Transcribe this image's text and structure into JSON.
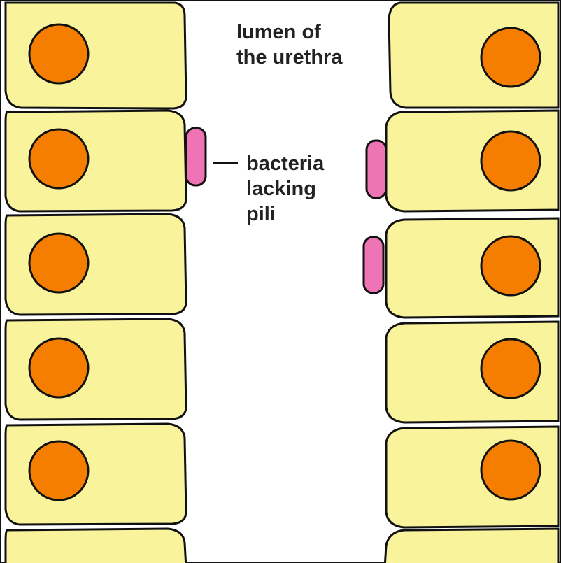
{
  "labels": {
    "lumen": [
      "lumen of",
      "the urethra"
    ],
    "bacteria": [
      "bacteria",
      "lacking",
      "pili"
    ]
  },
  "colors": {
    "background": "#ffffff",
    "cell_fill": "#f9f49c",
    "nucleus_fill": "#f57e00",
    "bacteria_fill": "#ee74b6",
    "outline": "#111111"
  }
}
